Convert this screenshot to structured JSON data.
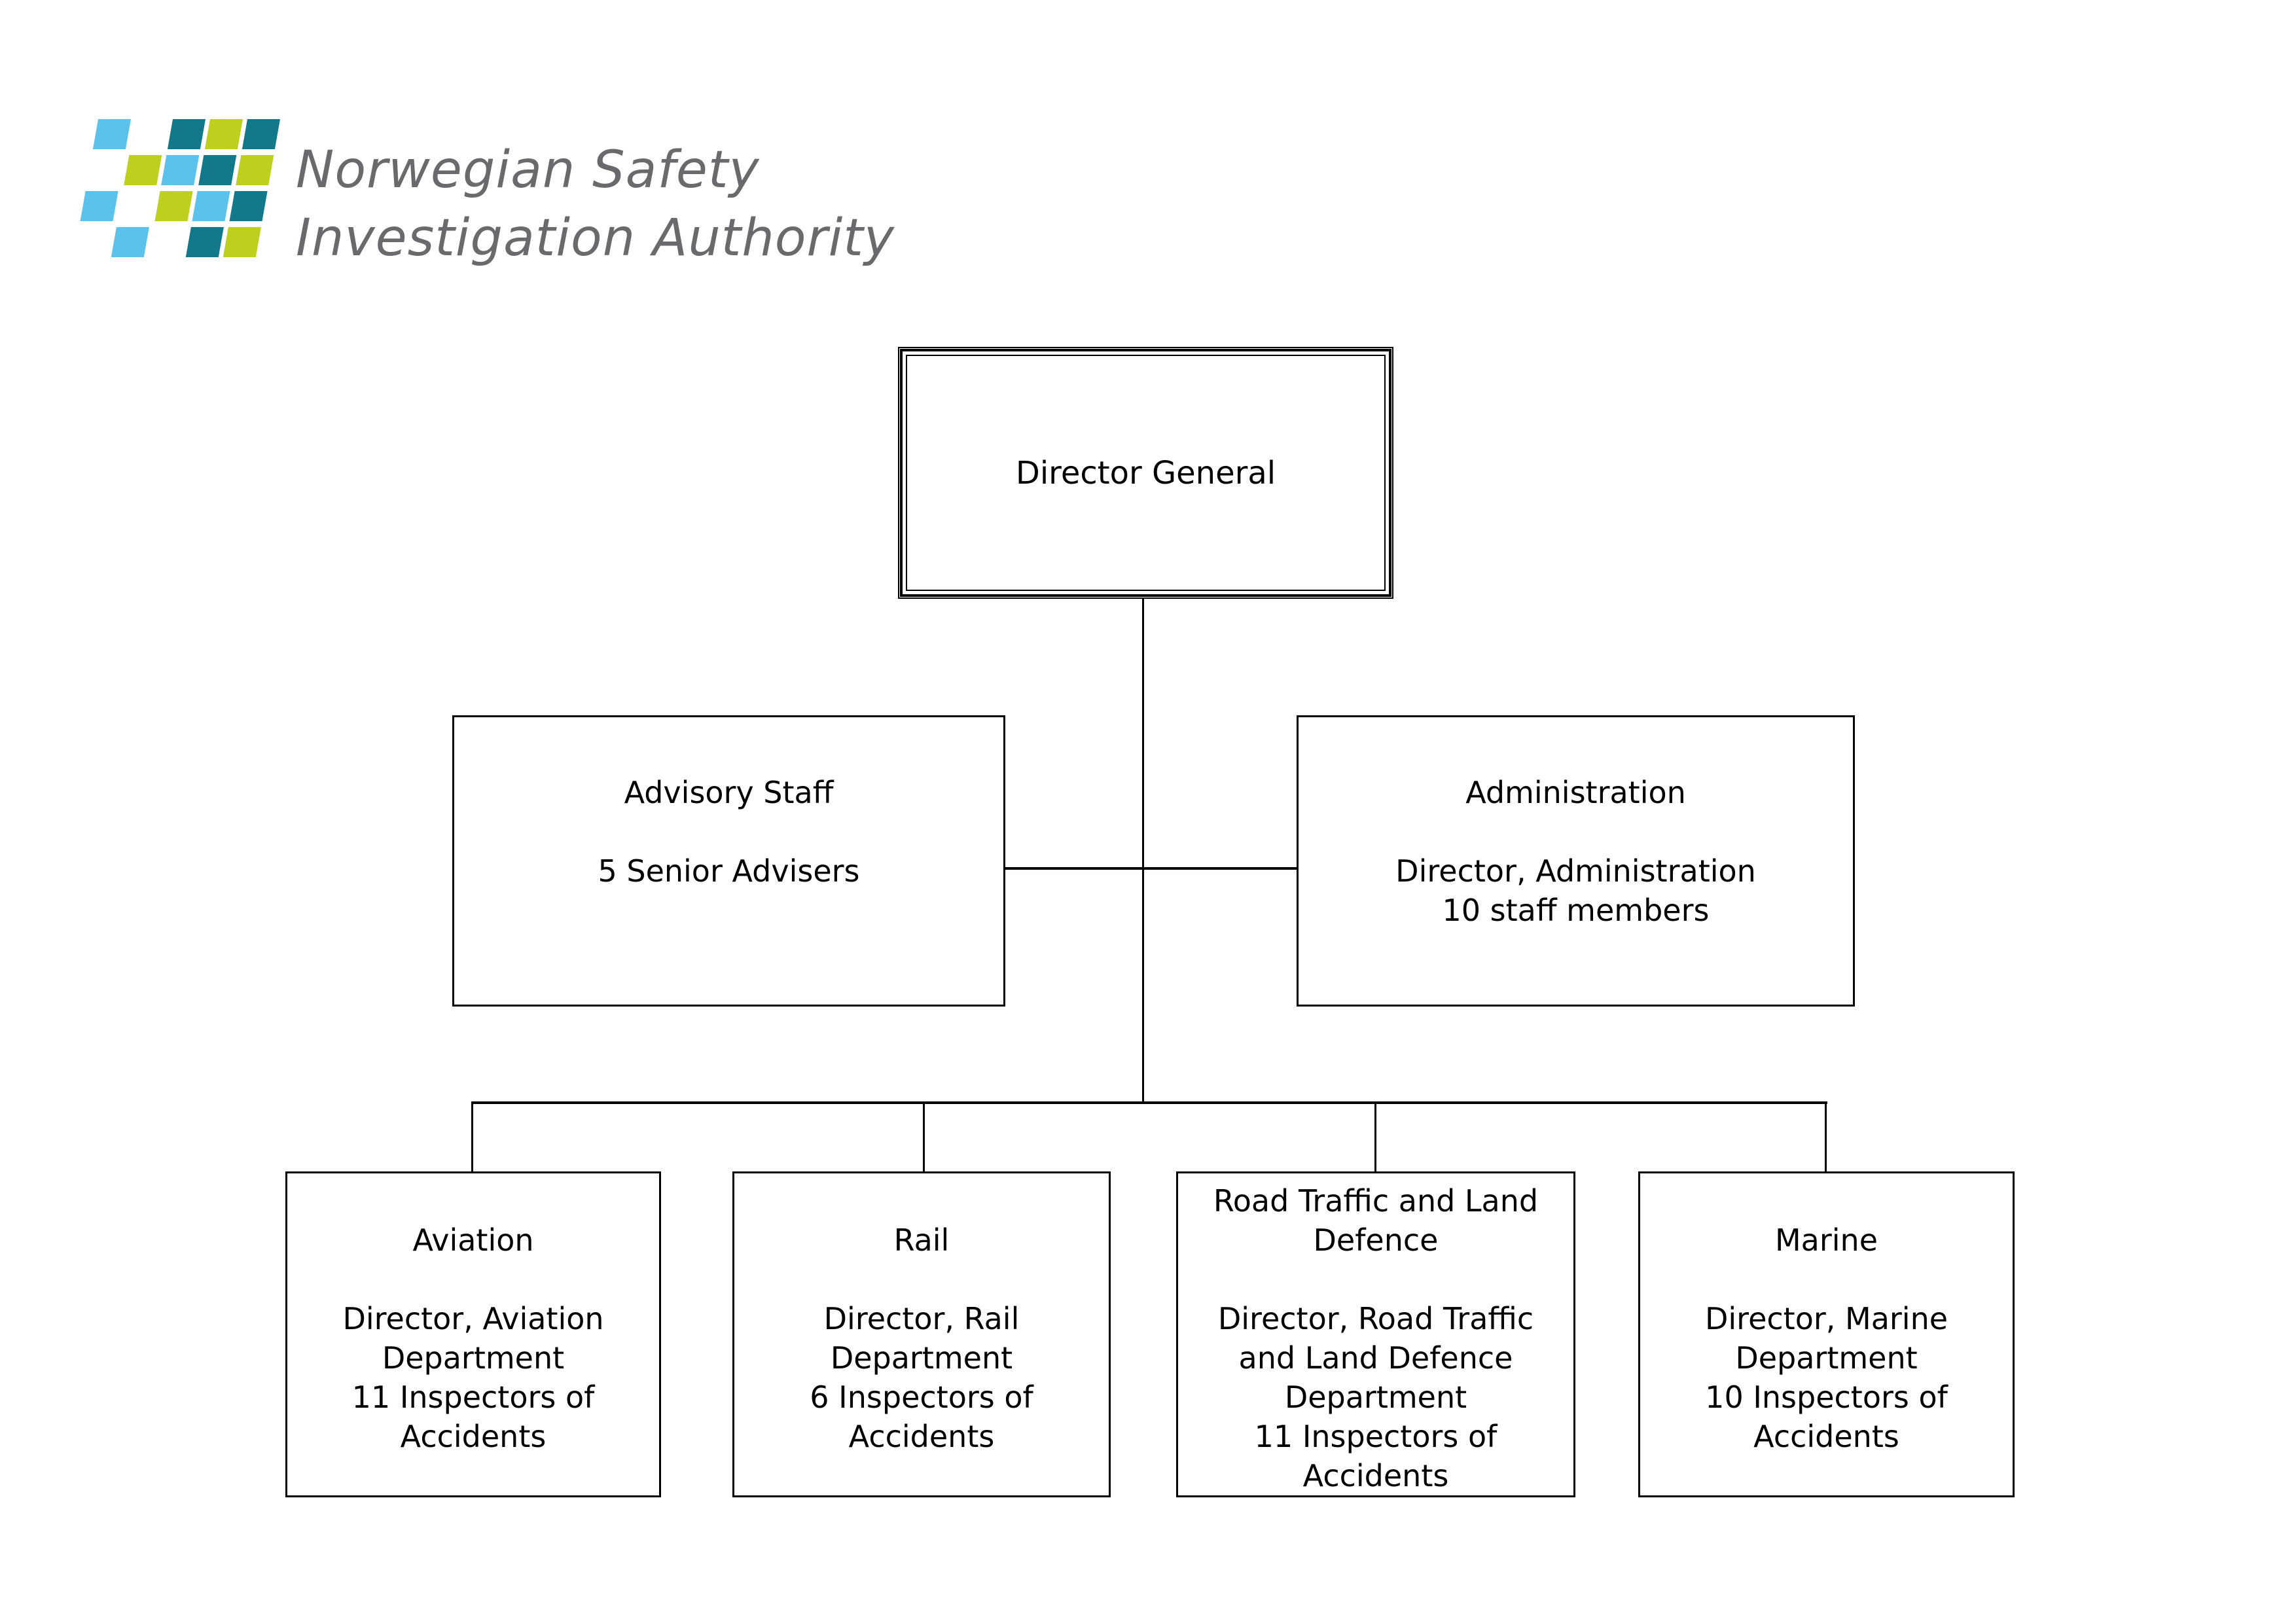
{
  "logo": {
    "line1": "Norwegian Safety",
    "line2": "Investigation Authority",
    "text_color": "#696a6d",
    "tile_colors": {
      "blue": "#5BC2EC",
      "teal": "#12798A",
      "green": "#BFCF1E"
    },
    "tiles": [
      [
        "blue",
        "",
        "teal",
        "green",
        "teal"
      ],
      [
        "",
        "green",
        "blue",
        "teal",
        "green"
      ],
      [
        "blue",
        "",
        "green",
        "blue",
        "teal"
      ],
      [
        "",
        "blue",
        "",
        "teal",
        "green"
      ]
    ]
  },
  "org": {
    "director_general": {
      "title": "Director General"
    },
    "advisory_staff": {
      "title": "Advisory Staff",
      "lines": [
        "5 Senior Advisers"
      ]
    },
    "administration": {
      "title": "Administration",
      "lines": [
        "Director, Administration",
        "10 staff members"
      ]
    },
    "departments": [
      {
        "title_lines": [
          "Aviation"
        ],
        "lines": [
          "Director, Aviation",
          "Department",
          "11 Inspectors of",
          "Accidents"
        ]
      },
      {
        "title_lines": [
          "Rail"
        ],
        "lines": [
          "Director, Rail",
          "Department",
          "6 Inspectors of",
          "Accidents"
        ]
      },
      {
        "title_lines": [
          "Road Traffic and Land",
          "Defence"
        ],
        "lines": [
          "Director, Road Traffic",
          "and Land Defence",
          "Department",
          "11 Inspectors of",
          "Accidents"
        ]
      },
      {
        "title_lines": [
          "Marine"
        ],
        "lines": [
          "Director, Marine",
          "Department",
          "10 Inspectors of",
          "Accidents"
        ]
      }
    ]
  }
}
